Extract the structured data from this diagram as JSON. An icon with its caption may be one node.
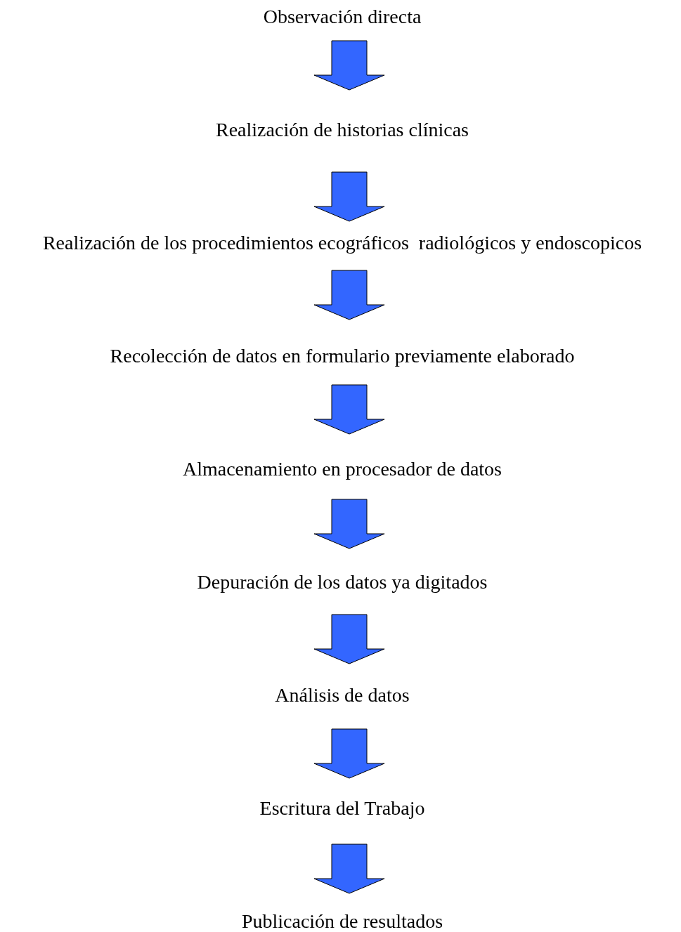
{
  "diagram": {
    "nodes": [
      {
        "text": [
          "Observación directa"
        ]
      },
      {
        "text": [
          "Realización de historias clínicas"
        ]
      },
      {
        "text": [
          "Realización de los procedimientos ecográficos  radiológicos y endoscopicos"
        ]
      },
      {
        "text": [
          "Recolección de datos en formulario previamente elaborado"
        ]
      },
      {
        "text": [
          "Almacenamiento en procesador de datos"
        ]
      },
      {
        "text": [
          "Depuración de los datos ya digitados"
        ]
      },
      {
        "text": [
          "Análisis de datos"
        ]
      },
      {
        "text": [
          "Escritura del Trabajo"
        ]
      },
      {
        "text": [
          "Publicación de resultados"
        ]
      }
    ],
    "edges": [
      {
        "from": 0,
        "to": 1,
        "arrow": "to"
      },
      {
        "from": 1,
        "to": 2,
        "arrow": "to"
      },
      {
        "from": 2,
        "to": 3,
        "arrow": "to"
      },
      {
        "from": 3,
        "to": 4,
        "arrow": "to"
      },
      {
        "from": 4,
        "to": 5,
        "arrow": "to"
      },
      {
        "from": 5,
        "to": 6,
        "arrow": "to"
      },
      {
        "from": 6,
        "to": 7,
        "arrow": "to"
      },
      {
        "from": 7,
        "to": 8,
        "arrow": "to"
      }
    ]
  }
}
